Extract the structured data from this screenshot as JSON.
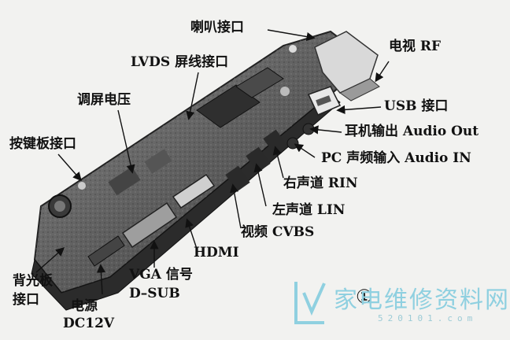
{
  "labels": {
    "speaker": "喇叭接口",
    "rf": "电视 RF",
    "lvds": "LVDS 屏线接口",
    "usb": "USB 接口",
    "adjust": "调屏电压",
    "audio_out": "耳机输出 Audio Out",
    "keypad": "按键板接口",
    "audio_in": "PC 声频输入 Audio IN",
    "rin": "右声道 RIN",
    "lin": "左声道 LIN",
    "cvbs": "视频 CVBS",
    "hdmi": "HDMI",
    "backlight_l1": "背光板",
    "backlight_l2": "接口",
    "vga_l1": "VGA 信号",
    "vga_l2": "D–SUB",
    "power_l1": "电源",
    "power_l2": "DC12V"
  },
  "figure_number": "①",
  "watermark": {
    "text": "家电维修资料网",
    "sub": "520101.com"
  },
  "colors": {
    "board_dark": "#3a3a3a",
    "board_mid": "#6a6a6a",
    "board_light": "#bdbdbd",
    "watermark": "#8fd0e0"
  }
}
